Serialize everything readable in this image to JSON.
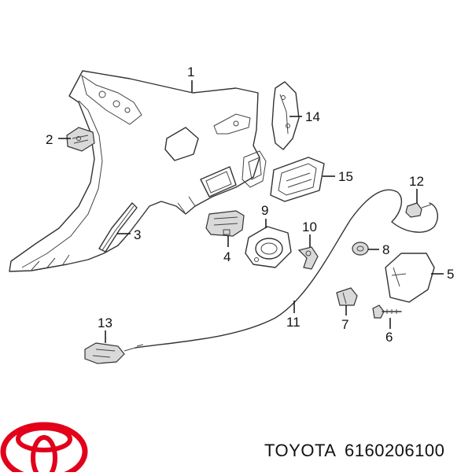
{
  "colors": {
    "line": "#333333",
    "text": "#111111",
    "brand_red": "#e2001a",
    "background": "#ffffff"
  },
  "logo": {
    "icon": "toyota-logo-icon",
    "color": "#e2001a"
  },
  "footer": {
    "brand": "TOYOTA",
    "part_number": "6160206100"
  },
  "callouts": [
    {
      "id": "1",
      "label": "1"
    },
    {
      "id": "2",
      "label": "2"
    },
    {
      "id": "3",
      "label": "3"
    },
    {
      "id": "4",
      "label": "4"
    },
    {
      "id": "5",
      "label": "5"
    },
    {
      "id": "6",
      "label": "6"
    },
    {
      "id": "7",
      "label": "7"
    },
    {
      "id": "8",
      "label": "8"
    },
    {
      "id": "9",
      "label": "9"
    },
    {
      "id": "10",
      "label": "10"
    },
    {
      "id": "11",
      "label": "11"
    },
    {
      "id": "12",
      "label": "12"
    },
    {
      "id": "13",
      "label": "13"
    },
    {
      "id": "14",
      "label": "14"
    },
    {
      "id": "15",
      "label": "15"
    }
  ]
}
